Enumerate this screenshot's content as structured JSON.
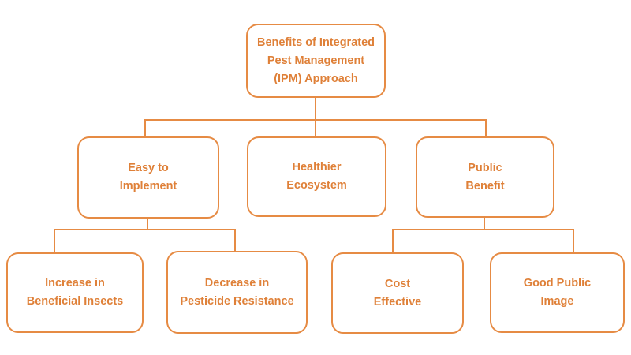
{
  "diagram": {
    "type": "hierarchy-flowchart",
    "colors": {
      "accent_border": "#e68b44",
      "accent_text": "#df8038",
      "background": "#ffffff"
    },
    "nodes": {
      "root": {
        "label": "Benefits of Integrated Pest Management (IPM) Approach",
        "lines": [
          "Benefits of Integrated",
          "Pest Management",
          "(IPM) Approach"
        ]
      },
      "easy": {
        "label": "Easy to Implement",
        "lines": [
          "Easy to",
          "Implement"
        ]
      },
      "healthier": {
        "label": "Healthier Ecosystem",
        "lines": [
          "Healthier",
          "Ecosystem"
        ]
      },
      "public": {
        "label": "Public Benefit",
        "lines": [
          "Public",
          "Benefit"
        ]
      },
      "increase": {
        "label": "Increase in Beneficial Insects",
        "lines": [
          "Increase in",
          "Beneficial Insects"
        ]
      },
      "decrease": {
        "label": "Decrease in Pesticide Resistance",
        "lines": [
          "Decrease in",
          "Pesticide Resistance"
        ]
      },
      "cost": {
        "label": "Cost Effective",
        "lines": [
          "Cost",
          "Effective"
        ]
      },
      "good": {
        "label": "Good Public Image",
        "lines": [
          "Good Public",
          "Image"
        ]
      }
    },
    "hierarchy": {
      "root": "Benefits of Integrated Pest Management (IPM) Approach",
      "children": [
        {
          "label": "Easy to Implement",
          "children": [
            "Increase in Beneficial Insects",
            "Decrease in Pesticide Resistance"
          ]
        },
        {
          "label": "Healthier Ecosystem",
          "children": []
        },
        {
          "label": "Public Benefit",
          "children": [
            "Cost Effective",
            "Good Public Image"
          ]
        }
      ]
    }
  }
}
